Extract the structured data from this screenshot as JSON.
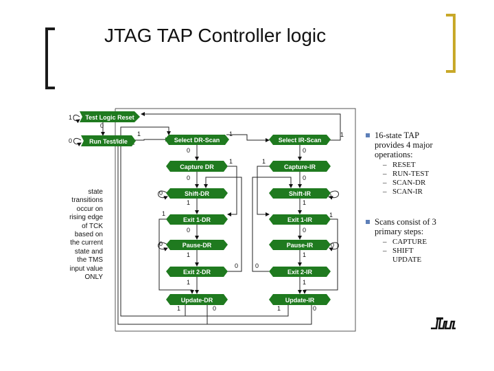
{
  "title": "JTAG TAP Controller logic",
  "side_note": [
    "state",
    "transitions",
    "occur on",
    "rising edge",
    "of TCK",
    "based on",
    "the current",
    "state and",
    "the TMS",
    "input value",
    "ONLY"
  ],
  "states": {
    "tlr": "Test Logic Reset",
    "rti": "Run Test/Idle",
    "sdr": "Select DR-Scan",
    "cdr": "Capture DR",
    "shdr": "Shift-DR",
    "e1dr": "Exit 1-DR",
    "pdr": "Pause-DR",
    "e2dr": "Exit 2-DR",
    "udr": "Update-DR",
    "sir": "Select IR-Scan",
    "cir": "Capture-IR",
    "shir": "Shift-IR",
    "e1ir": "Exit 1-IR",
    "pir": "Pause-IR",
    "e2ir": "Exit 2-IR",
    "uir": "Update-IR"
  },
  "bullets": [
    {
      "text": [
        "16-state TAP",
        "provides 4 major",
        "operations:"
      ],
      "items": [
        "RESET",
        "RUN-TEST",
        "SCAN-DR",
        "SCAN-IR"
      ]
    },
    {
      "text": [
        "Scans consist of 3",
        "primary steps:"
      ],
      "items": [
        "CAPTURE",
        "SHIFT"
      ],
      "extra": "UPDATE"
    }
  ],
  "dash": "–",
  "colors": {
    "node": "#1f7a1f",
    "bullet": "#5d7fb8",
    "bracket_left": "#1a1a1a",
    "bracket_right": "#c8a829"
  },
  "icons": [
    "logo-icon"
  ]
}
